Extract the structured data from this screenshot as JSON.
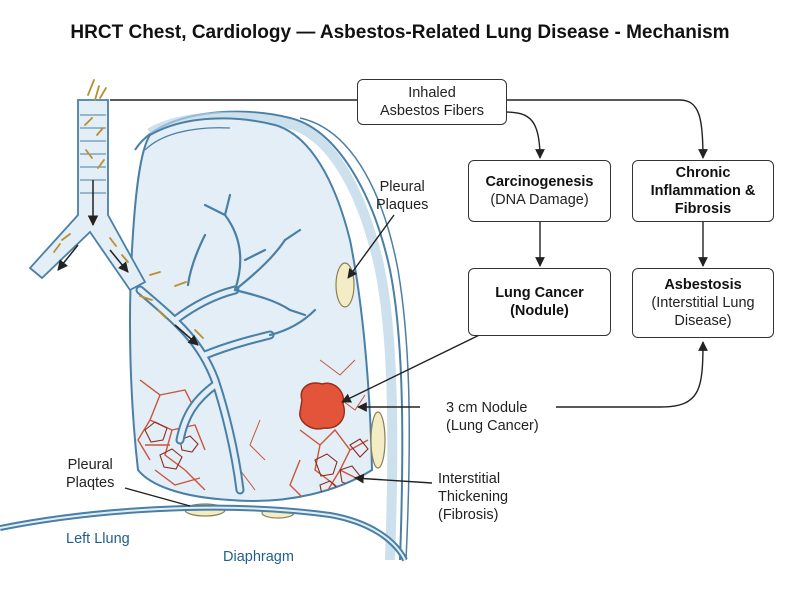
{
  "title": "HRCT Chest, Cardiology — Asbestos-Related Lung Disease - Mechanism",
  "boxes": {
    "inhaled": {
      "line1": "Inhaled",
      "line2": "Asbestos Fibers"
    },
    "carcinogenesis": {
      "line1": "Carcinogenesis",
      "line2": "(DNA Damage)"
    },
    "chronic": {
      "line1": "Chronic",
      "line2": "Inflammation &",
      "line3": "Fibrosis"
    },
    "lung_cancer": {
      "line1": "Lung Cancer",
      "line2": "(Nodule)"
    },
    "asbestosis": {
      "line1": "Asbestosis",
      "line2": "(Interstitial Lung",
      "line3": "Disease)"
    }
  },
  "labels": {
    "pleural_plaques_top": {
      "line1": "Pleural",
      "line2": "Plaques"
    },
    "pleural_plaques_bottom": {
      "line1": "Pleural",
      "line2": "Plaqtes"
    },
    "nodule": {
      "line1": "3 cm Nodule",
      "line2": "(Lung Cancer)"
    },
    "interstitial": {
      "line1": "Interstitial",
      "line2": "Thickening",
      "line3": "(Fibrosis)"
    },
    "left_lung": "Left Llung",
    "diaphragm": "Diaphragm"
  },
  "colors": {
    "lung_fill": "#e3eef6",
    "outline": "#4a7fa6",
    "fibrosis": "#c9553d",
    "nodule": "#e2553a",
    "plaque": "#f3ecc4",
    "fiber": "#b8902e"
  }
}
